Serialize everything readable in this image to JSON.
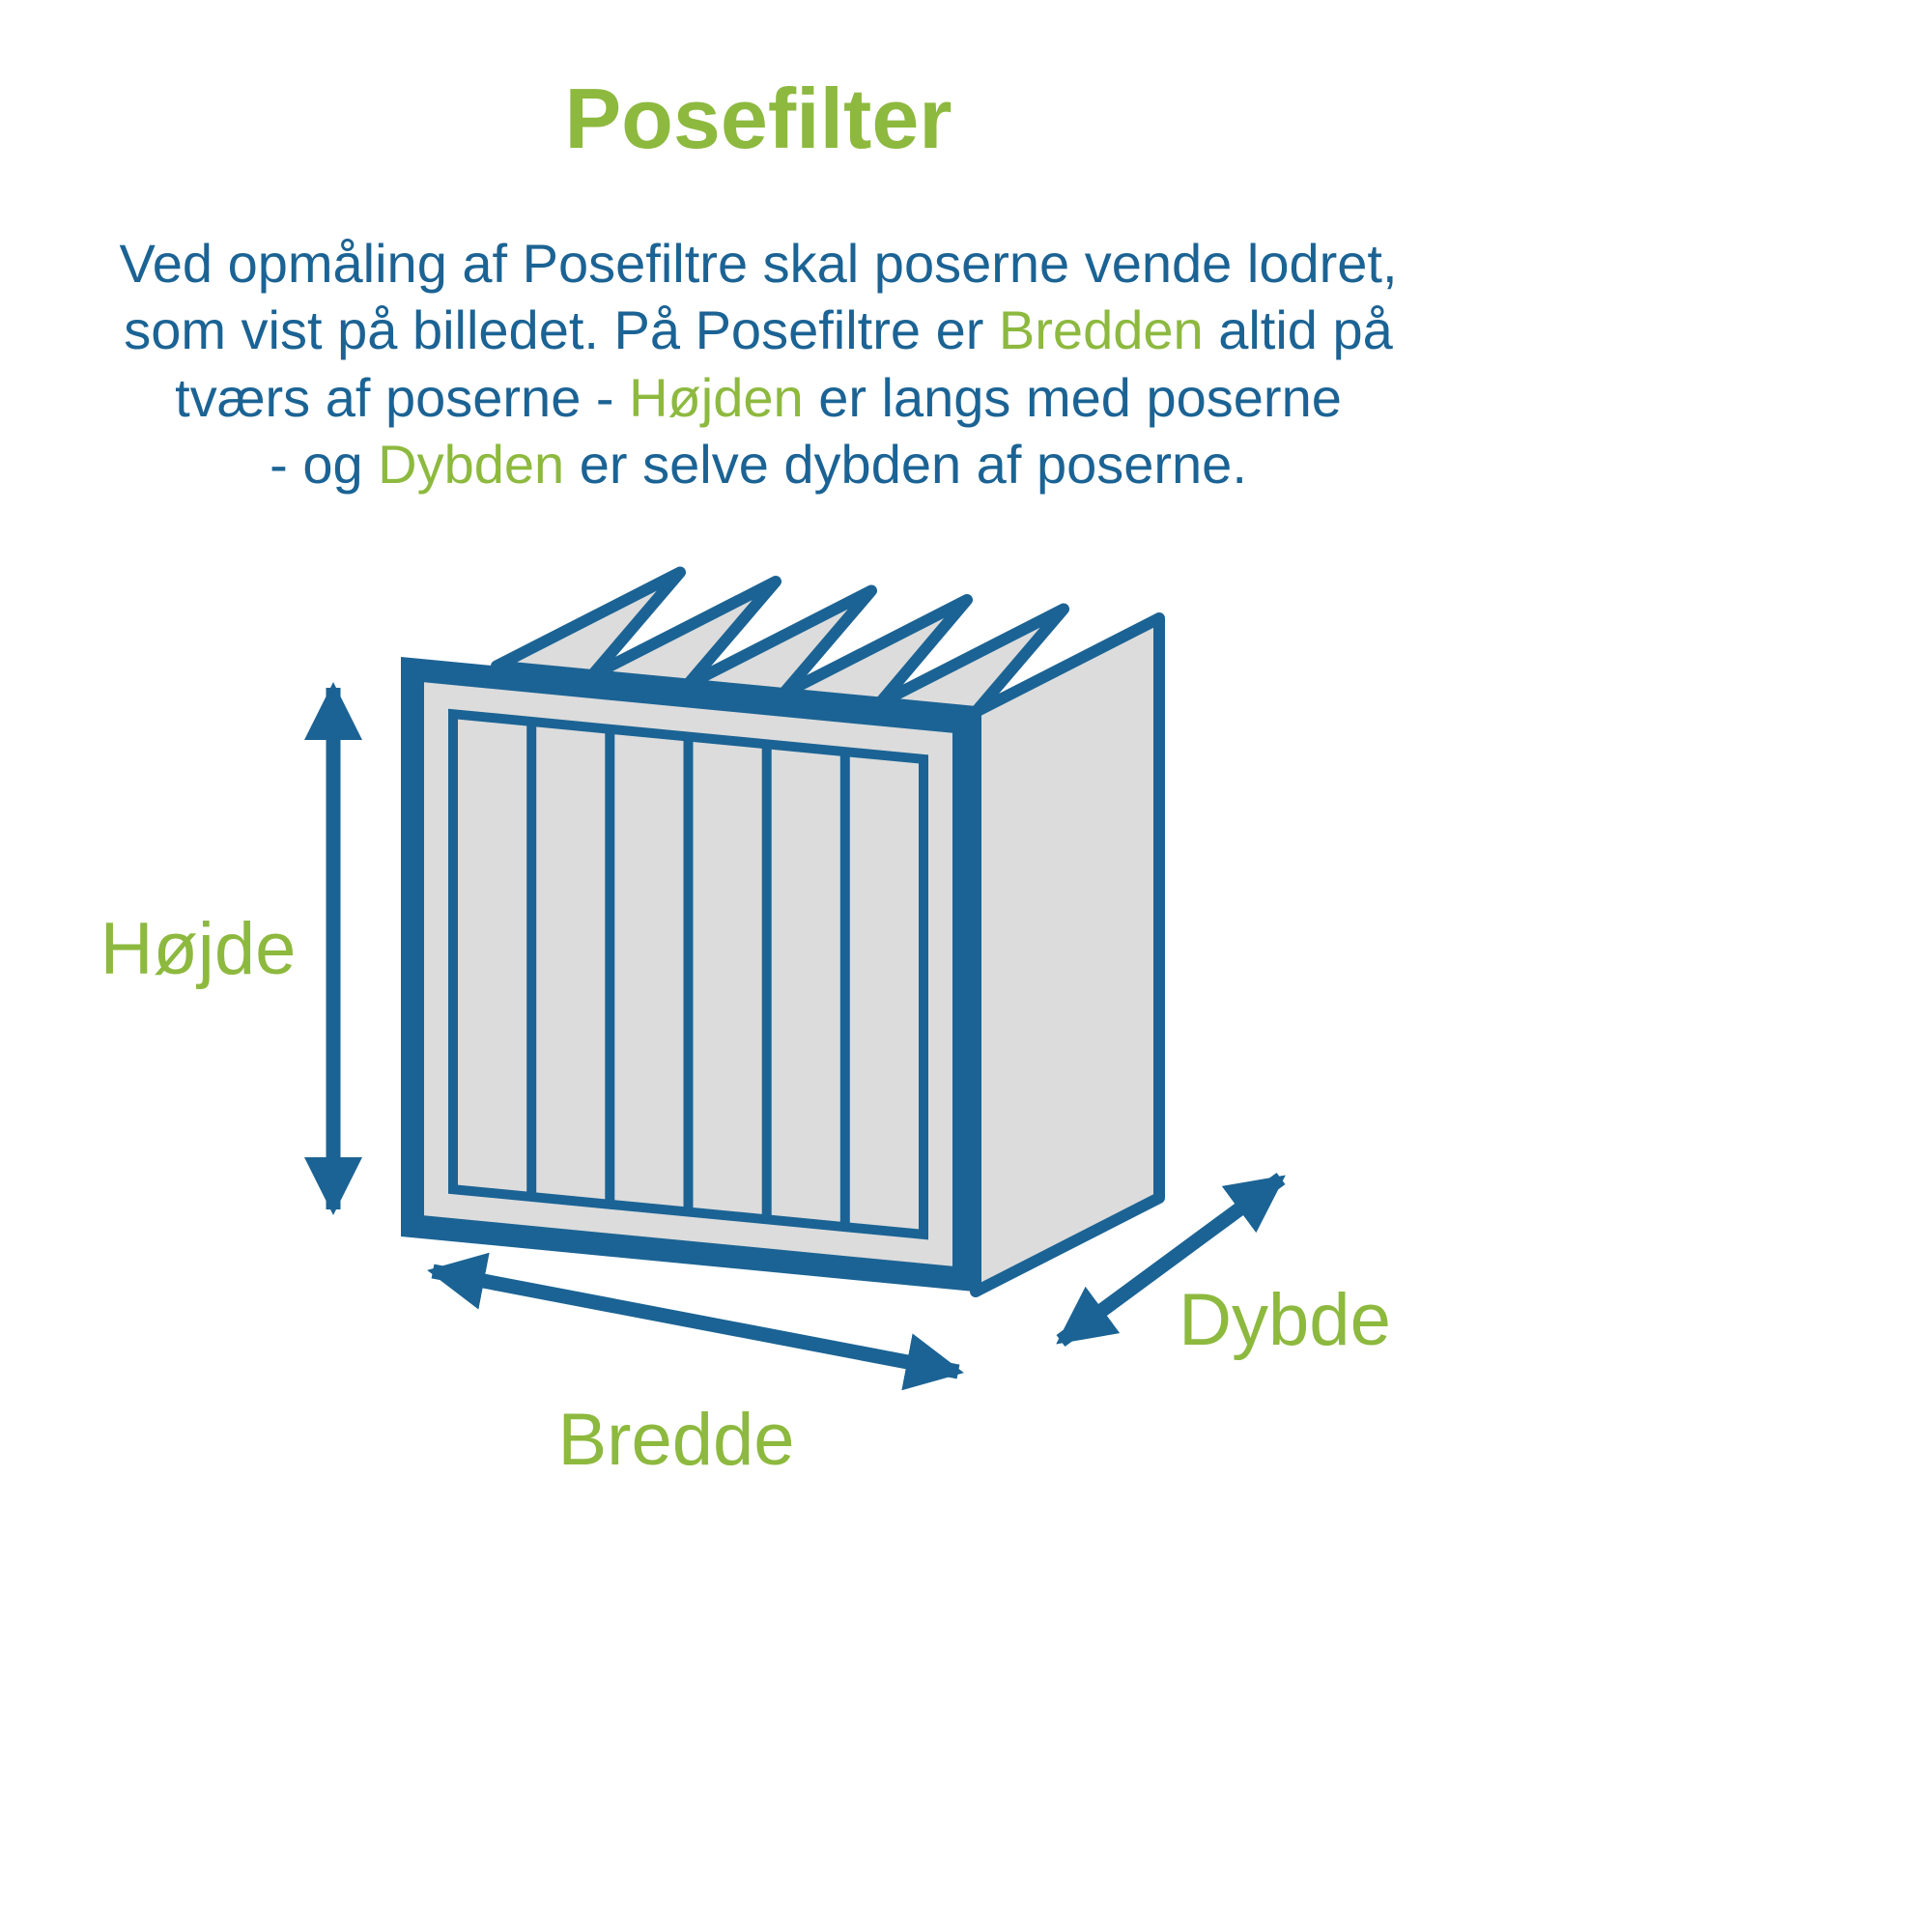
{
  "title": "Posefilter",
  "intro": {
    "lines": [
      {
        "segments": [
          {
            "text": "Ved opmåling af Posefiltre skal poserne vende lodret,",
            "color": "blue"
          }
        ]
      },
      {
        "segments": [
          {
            "text": "som vist på billedet. På Posefiltre er ",
            "color": "blue"
          },
          {
            "text": "Bredden",
            "color": "green"
          },
          {
            "text": " altid på",
            "color": "blue"
          }
        ]
      },
      {
        "segments": [
          {
            "text": "tværs af poserne - ",
            "color": "blue"
          },
          {
            "text": "Højden",
            "color": "green"
          },
          {
            "text": " er langs med poserne",
            "color": "blue"
          }
        ]
      },
      {
        "segments": [
          {
            "text": "- og ",
            "color": "blue"
          },
          {
            "text": "Dybden",
            "color": "green"
          },
          {
            "text": " er selve dybden af poserne.",
            "color": "blue"
          }
        ]
      }
    ]
  },
  "diagram": {
    "labels": {
      "height": "Højde",
      "width": "Bredde",
      "depth": "Dybde"
    }
  },
  "colors": {
    "green": "#8db93f",
    "blue": "#1b6394",
    "gray": "#dcdcdc"
  }
}
